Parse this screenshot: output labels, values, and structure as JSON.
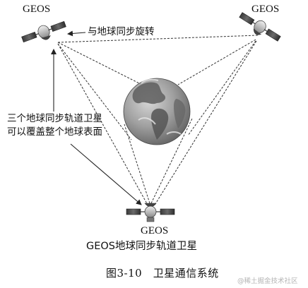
{
  "satellites": {
    "left_label": "GEOS",
    "right_label": "GEOS",
    "bottom_label": "GEOS"
  },
  "annotations": {
    "rotate": "与地球同步旋转",
    "coverage_line1": "三个地球同步轨道卫星",
    "coverage_line2": "可以覆盖整个地球表面"
  },
  "subtitle": "GEOS地球同步轨道卫星",
  "caption": "图3-10　卫星通信系统",
  "watermark": "@稀土掘金技术社区",
  "colors": {
    "line": "#333333",
    "earth_ocean": "#9a9a9a",
    "earth_land": "#5e5e5e"
  }
}
